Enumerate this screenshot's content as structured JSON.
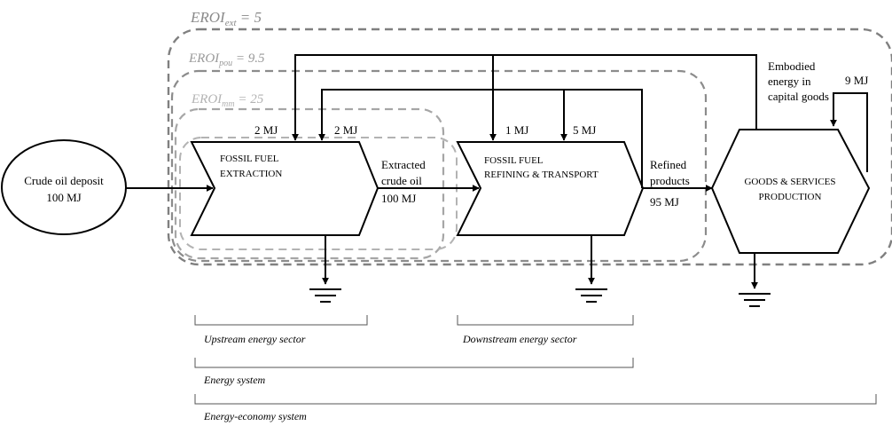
{
  "eroi": {
    "ext": {
      "base": "EROI",
      "sub": "ext",
      "rest": " = 5"
    },
    "pou": {
      "base": "EROI",
      "sub": "pou",
      "rest": " = 9.5"
    },
    "mm": {
      "base": "EROI",
      "sub": "mm",
      "rest": " = 25"
    }
  },
  "nodes": {
    "crude_deposit": {
      "line1": "Crude oil deposit",
      "line2": "100 MJ"
    },
    "extraction": {
      "line1": "FOSSIL FUEL",
      "line2": "EXTRACTION"
    },
    "refining": {
      "line1": "FOSSIL FUEL",
      "line2": "REFINING & TRANSPORT"
    },
    "goods": {
      "line1": "GOODS & SERVICES",
      "line2": "PRODUCTION"
    }
  },
  "flows": {
    "extraction_input_a": "2 MJ",
    "extraction_input_b": "2 MJ",
    "refining_input_a": "1 MJ",
    "refining_input_b": "5 MJ",
    "self_loop": "9 MJ",
    "extracted": {
      "line1": "Extracted",
      "line2": "crude oil",
      "line3": "100 MJ"
    },
    "refined": {
      "line1": "Refined",
      "line2": "products",
      "line3": "95 MJ"
    },
    "embodied": {
      "line1": "Embodied",
      "line2": "energy in",
      "line3": "capital goods"
    }
  },
  "brackets": {
    "upstream": "Upstream energy sector",
    "downstream": "Downstream energy sector",
    "energy_system": "Energy system",
    "energy_economy": "Energy-economy system"
  }
}
